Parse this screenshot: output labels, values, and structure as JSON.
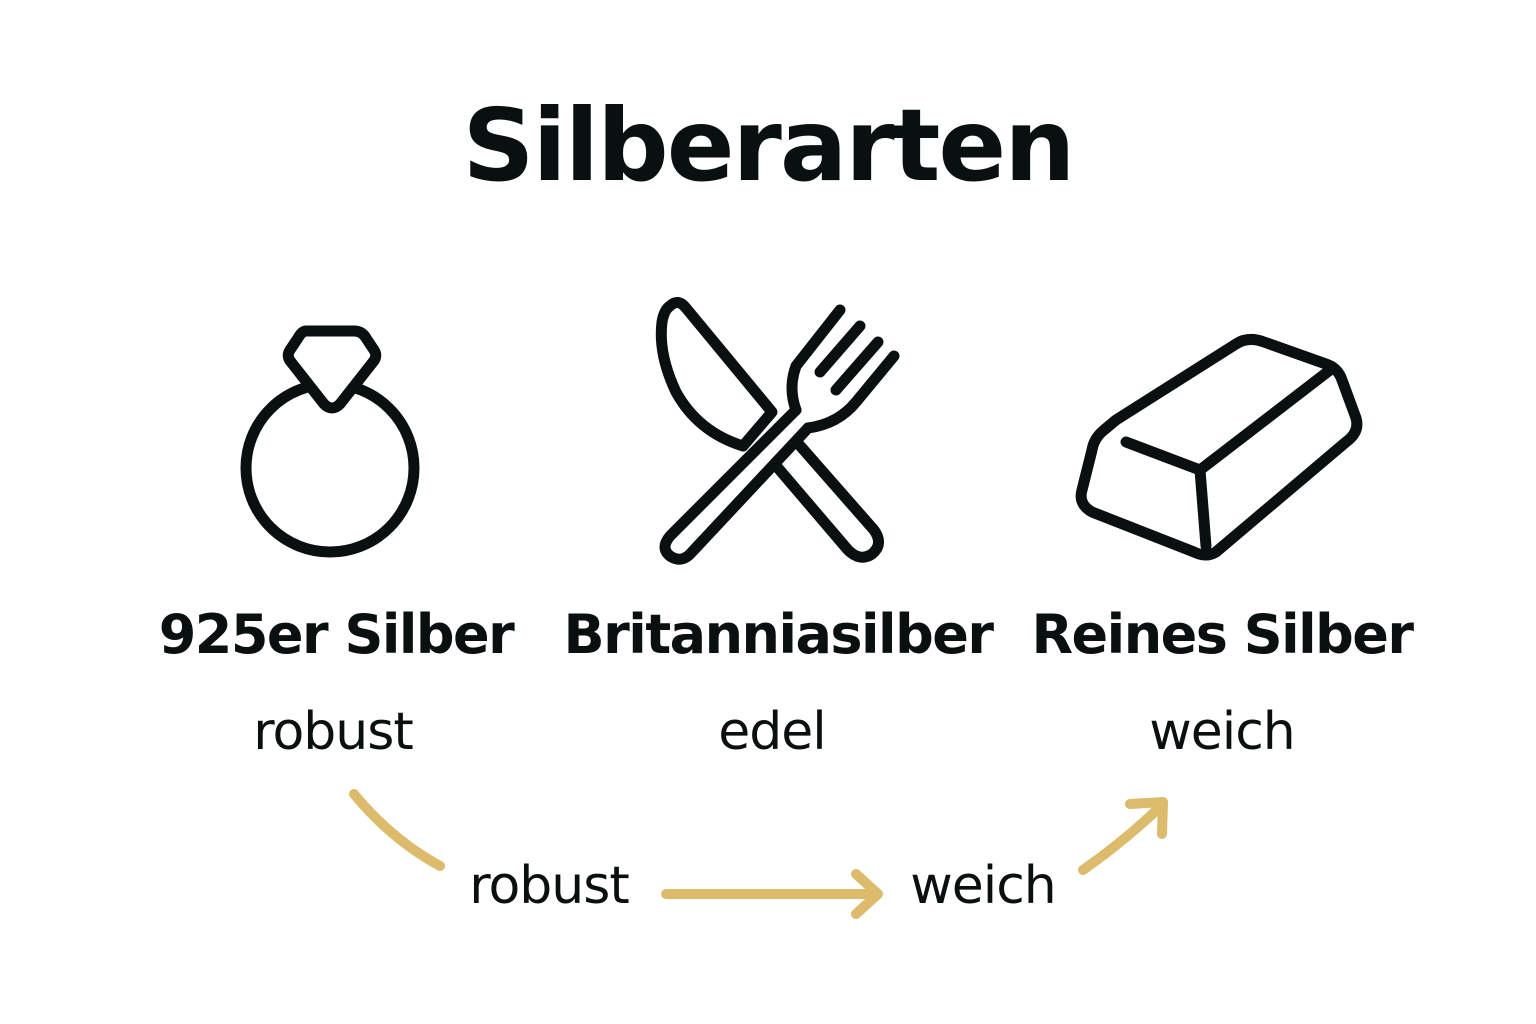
{
  "title": "Silberarten",
  "colors": {
    "ink": "#0a0f10",
    "accent": "#dcbb6c",
    "background": "#ffffff"
  },
  "items": [
    {
      "name": "925er Silber",
      "trait": "robust",
      "icon": "ring-icon"
    },
    {
      "name": "Britanniasilber",
      "trait": "edel",
      "icon": "cutlery-icon"
    },
    {
      "name": "Reines Silber",
      "trait": "weich",
      "icon": "silver-bar-icon"
    }
  ],
  "flow": {
    "start_label": "robust",
    "end_label": "weich",
    "arrows": [
      "curve-down-from-925er",
      "straight-right",
      "curve-up-to-reines"
    ]
  }
}
